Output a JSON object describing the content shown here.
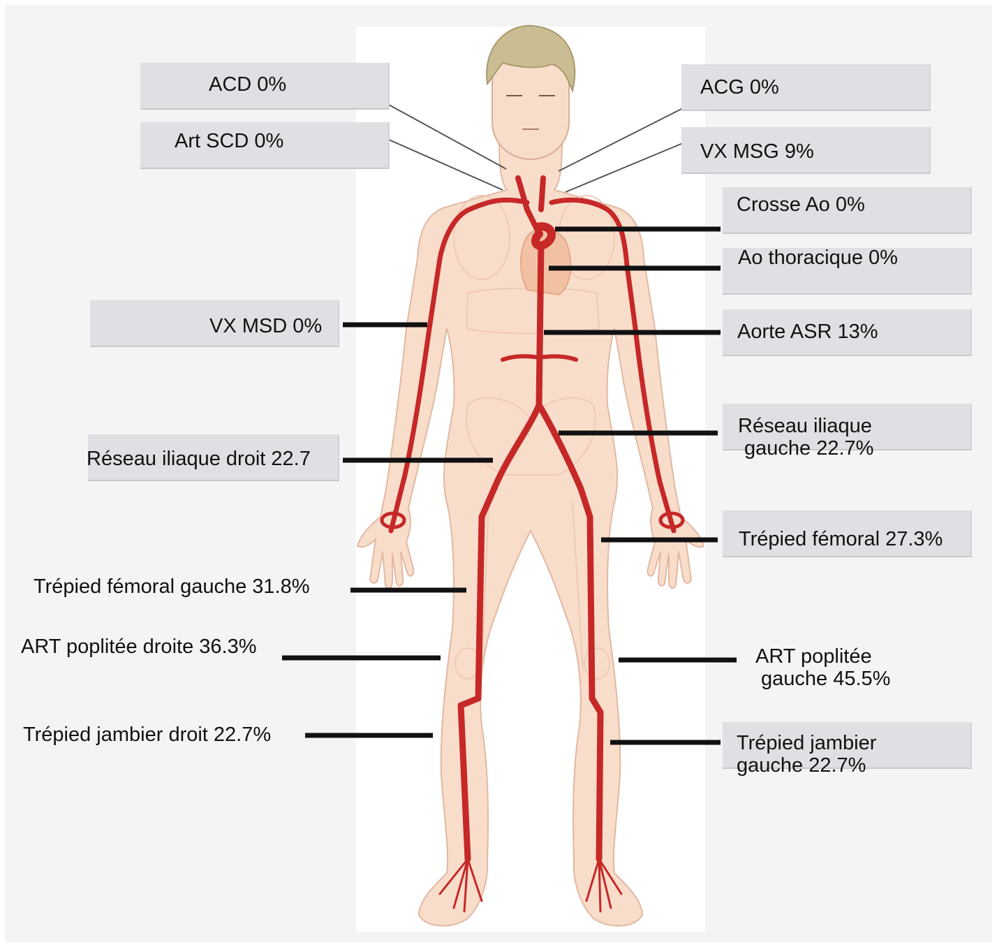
{
  "labels": {
    "acd": "ACD 0%",
    "art_scd": "Art SCD 0%",
    "acg": "ACG 0%",
    "vx_msg": "VX MSG 9%",
    "crosse_ao": "Crosse Ao 0%",
    "ao_thoracique": "Ao thoracique 0%",
    "vx_msd": "VX MSD 0%",
    "aorte_asr": "Aorte ASR 13%",
    "reseau_iliaque_droit": "Réseau iliaque droit 22.7",
    "reseau_iliaque_gauche_l1": "Réseau iliaque",
    "reseau_iliaque_gauche_l2": "gauche 22.7%",
    "trepied_femoral": "Trépied fémoral 27.3%",
    "trepied_femoral_gauche": "Trépied fémoral gauche 31.8%",
    "art_poplitee_droite": "ART poplitée droite 36.3%",
    "art_poplitee_gauche_l1": "ART poplitée",
    "art_poplitee_gauche_l2": "gauche 45.5%",
    "trepied_jambier_droit": "Trépied jambier droit 22.7%",
    "trepied_jambier_gauche_l1": "Trépied jambier",
    "trepied_jambier_gauche_l2": "gauche 22.7%"
  },
  "colors": {
    "artery": "#c62828",
    "skin": "#f9ddcb",
    "skin_outline": "#e2b8a2",
    "hair": "#cbbd93",
    "label_box": "#dfe0e3",
    "leader_line": "#111111"
  }
}
